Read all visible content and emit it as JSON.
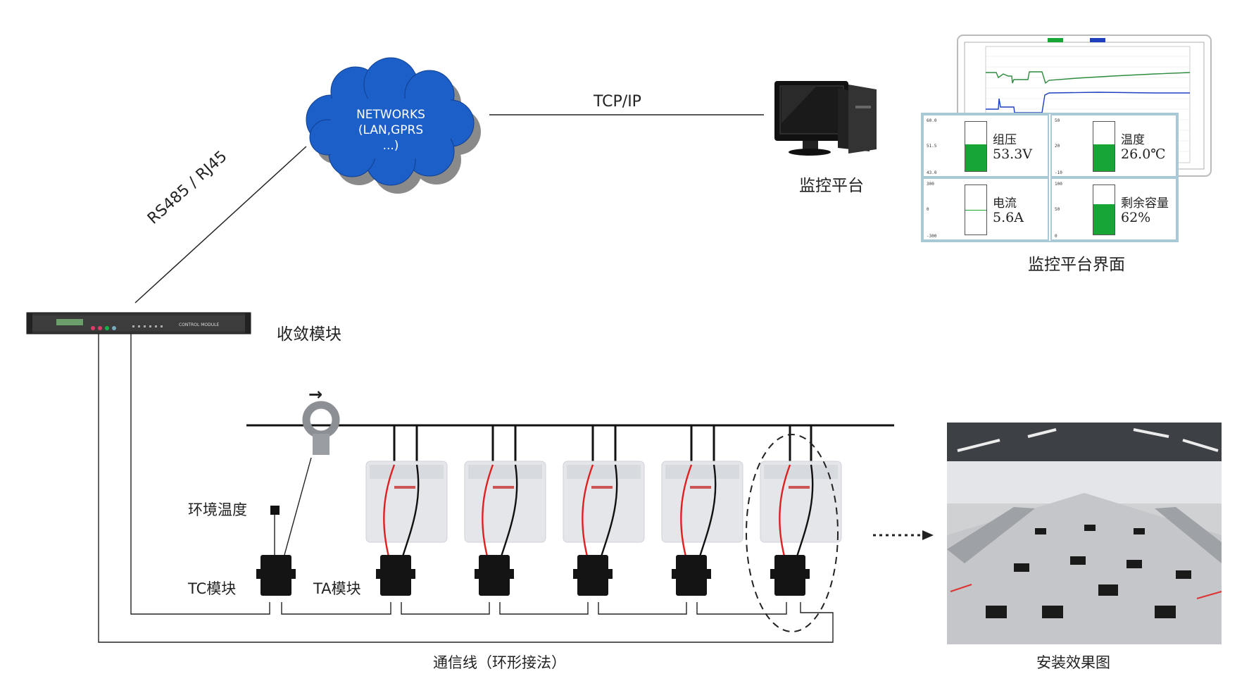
{
  "labels": {
    "tcp_ip": "TCP/IP",
    "rs485": "RS485 / RJ45",
    "networks": "NETWORKS",
    "networks_sub": "(LAN,GPRS",
    "networks_more": "...)",
    "monitor_platform": "监控平台",
    "monitor_ui": "监控平台界面",
    "convergence_module": "收敛模块",
    "env_temp": "环境温度",
    "tc_module": "TC模块",
    "ta_module": "TA模块",
    "comm_line": "通信线（环形接法）",
    "install_effect": "安装效果图",
    "device_brand": "CONTROL MODULE",
    "current_arrow": "→"
  },
  "panel": {
    "tiles": [
      {
        "name": "组压",
        "value": "53.3V",
        "top_tick": "60.0",
        "mid_tick": "51.5",
        "bottom_tick": "43.0",
        "fill": 0.55
      },
      {
        "name": "温度",
        "value": "26.0℃",
        "top_tick": "50",
        "mid_tick": "20",
        "bottom_tick": "-10",
        "fill": 0.55
      },
      {
        "name": "电流",
        "value": "5.6A",
        "top_tick": "300",
        "mid_tick": "0",
        "bottom_tick": "-300",
        "fill": 0.0
      },
      {
        "name": "剩余容量",
        "value": "62%",
        "top_tick": "100",
        "mid_tick": "50",
        "bottom_tick": "0",
        "fill": 0.62
      }
    ],
    "accent": "#17a535"
  },
  "colors": {
    "cloud": "#1d5fc9",
    "chart_green": "#2e8b3e",
    "chart_blue": "#1f3fbf",
    "wire_red": "#e02020"
  }
}
